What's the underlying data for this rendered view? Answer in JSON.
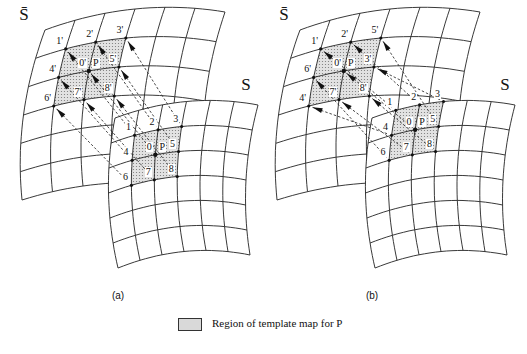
{
  "diagram": {
    "labels": [
      "S̄",
      "S",
      "(a)",
      "S̄",
      "S",
      "(b)",
      "1'",
      "2'",
      "3'",
      "4'",
      "0'",
      "5'",
      "6'",
      "7'",
      "8'",
      "P",
      "1",
      "2",
      "3",
      "4",
      "0",
      "5",
      "6",
      "7",
      "8",
      "P",
      "1'",
      "2'",
      "5'",
      "6'",
      "0'",
      "3'",
      "4'",
      "7'",
      "8'",
      "P",
      "1",
      "2",
      "3",
      "4",
      "0",
      "5",
      "6",
      "7",
      "8",
      "P"
    ],
    "legend": [
      {
        "text": "Region of template map for P",
        "color": "#d9d9d9"
      }
    ]
  }
}
